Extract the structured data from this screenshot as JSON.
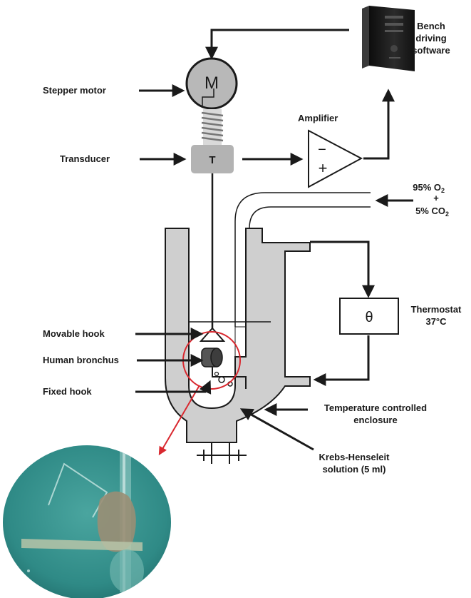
{
  "labels": {
    "bench_line1": "Bench",
    "bench_line2": "driving",
    "bench_line3": "software",
    "stepper_motor": "Stepper motor",
    "amplifier": "Amplifier",
    "transducer": "Transducer",
    "gas_line1_main": "95% O",
    "gas_line1_sub": "2",
    "gas_plus": "+",
    "gas_line2_main": "5% CO",
    "gas_line2_sub": "2",
    "thermostat": "Thermostat",
    "temperature": "37°C",
    "movable_hook": "Movable hook",
    "human_bronchus": "Human bronchus",
    "fixed_hook": "Fixed hook",
    "enclosure_line1": "Temperature controlled",
    "enclosure_line2": "enclosure",
    "krebs_line1": "Krebs-Henseleit",
    "krebs_line2": "solution (5 ml)"
  },
  "symbols": {
    "motor": "M",
    "transducer": "T",
    "amp_minus": "−",
    "amp_plus": "+",
    "thermostat": "θ"
  },
  "colors": {
    "outline": "#1a1a1a",
    "grey_fill": "#cfcfcf",
    "transducer_fill": "#b3b3b3",
    "magnifier_red": "#d9282f",
    "photo_water": "#2f8a86"
  },
  "icons": [
    "computer-tower-icon",
    "stepper-motor-icon",
    "spring-icon",
    "amplifier-icon",
    "arrow-icon"
  ]
}
